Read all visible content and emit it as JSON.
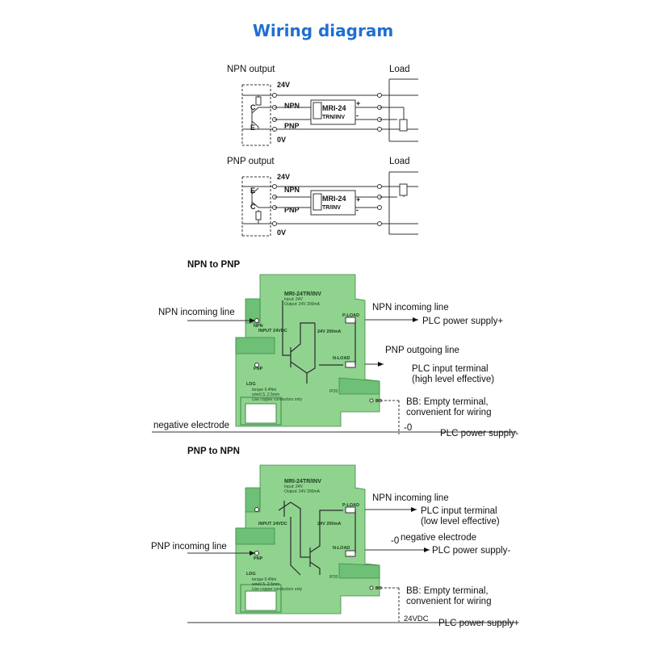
{
  "title": "Wiring diagram",
  "top": {
    "npn": {
      "heading": "NPN output",
      "load": "Load",
      "v24": "24V",
      "npn": "NPN",
      "pnp": "PNP",
      "v0": "0V",
      "c": "C",
      "e": "E",
      "module_line1": "MRI-24",
      "module_line2": "TRN/INV",
      "plus": "+",
      "minus": "-"
    },
    "pnp": {
      "heading": "PNP output",
      "load": "Load",
      "v24": "24V",
      "npn": "NPN",
      "pnp": "PNP",
      "v0": "0V",
      "e": "E",
      "c": "C",
      "module_line1": "MRI-24",
      "module_line2": "TR/INV",
      "plus": "+",
      "minus": "-"
    }
  },
  "module": {
    "name": "MRI-24TR/INV",
    "input": "Input:  24V",
    "output": "Output: 24V    200mA",
    "npn_in": "NPN",
    "pnp_in": "PNP",
    "input_v": "INPUT 24VDC",
    "p_load": "P-LOAD",
    "n_load": "N-LOAD",
    "out_rating": "24V  200mA",
    "brand": "LDG",
    "torque": "torque 0.4Nm",
    "wire": "wire0.5..2.5mm",
    "cu": "Use copper conductors only",
    "ip": "IP20",
    "bb": "BB"
  },
  "npn_to_pnp": {
    "heading": "NPN to PNP",
    "npn_incoming_left": "NPN incoming line",
    "npn_incoming_right": "NPN incoming line",
    "plc_supply_plus": "PLC power supply+",
    "pnp_outgoing": "PNP outgoing line",
    "plc_input_1": "PLC input terminal",
    "plc_input_2": "(high level effective)",
    "bb_1": "BB: Empty terminal,",
    "bb_2": "convenient for wiring",
    "negative": "negative electrode",
    "zero": "-0",
    "plc_supply_minus": "PLC power supply-"
  },
  "pnp_to_npn": {
    "heading": "PNP to NPN",
    "npn_incoming": "NPN incoming line",
    "plc_input_1": "PLC input terminal",
    "plc_input_2": "(low level effective)",
    "pnp_incoming": "PNP incoming line",
    "zero": "-0",
    "negative": "negative electrode",
    "plc_supply_minus": "PLC power supply-",
    "bb_1": "BB: Empty terminal,",
    "bb_2": "convenient for wiring",
    "vdc": "24VDC",
    "plc_supply_plus": "PLC power supply+"
  },
  "colors": {
    "title": "#1f6fd1",
    "module_green": "#8fd38f",
    "module_dark": "#3c8a45"
  }
}
